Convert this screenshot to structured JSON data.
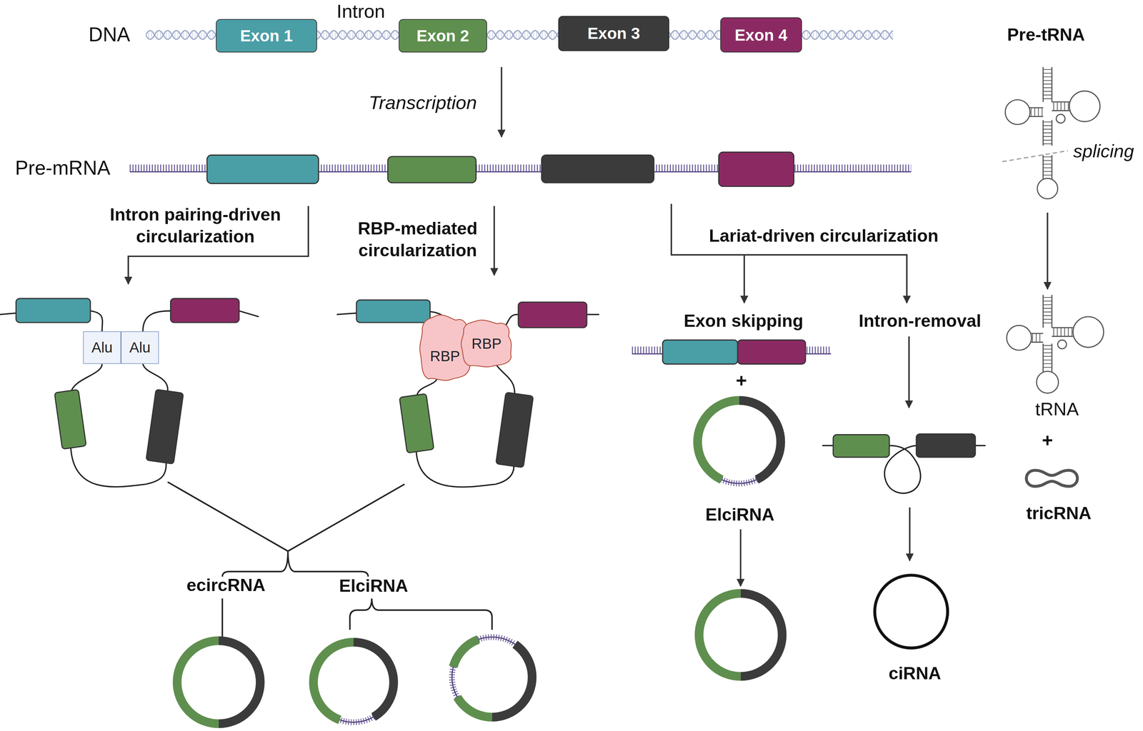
{
  "diagram": {
    "nodes": [
      {
        "text": [
          "Exon 1"
        ]
      },
      {
        "text": [
          "Exon 2"
        ]
      },
      {
        "text": [
          "Exon 3"
        ]
      },
      {
        "text": [
          "Exon 4"
        ]
      },
      {
        "text": [
          "Alu"
        ]
      },
      {
        "text": [
          "Alu"
        ]
      },
      {
        "text": [
          "RBP"
        ]
      },
      {
        "text": [
          "RBP"
        ]
      }
    ],
    "labels": [
      "Intron",
      "DNA",
      "Transcription",
      "Pre-mRNA",
      "Pre-tRNA",
      "splicing",
      "Intron pairing-driven circularization",
      "RBP-mediated circularization",
      "Lariat-driven circularization",
      "Exon skipping",
      "Intron-removal",
      "+",
      "ElciRNA",
      "tRNA",
      "+",
      "tricRNA",
      "ecircRNA",
      "ElciRNA",
      "ciRNA"
    ]
  }
}
